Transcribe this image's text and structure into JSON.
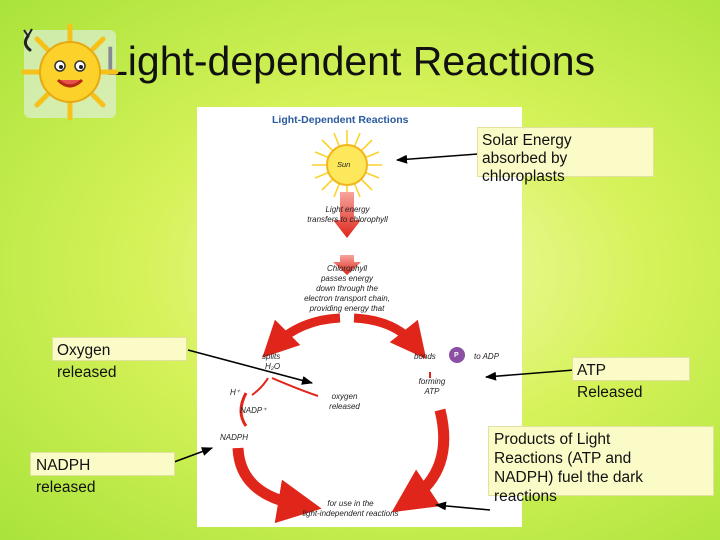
{
  "slide": {
    "title": "Light-dependent Reactions"
  },
  "diagram": {
    "title": "Light-Dependent Reactions",
    "sun_label": "Sun",
    "light_energy": [
      "Light energy",
      "transfers to chlorophyll"
    ],
    "chlorophyll": [
      "Chlorophyll",
      "passes energy",
      "down through the",
      "electron transport chain,",
      "providing energy that"
    ],
    "splits": "splits",
    "water": "H₂O",
    "bonds": "bonds",
    "phosphate": "P",
    "to_adp": "to ADP",
    "forming_atp": [
      "forming",
      "ATP"
    ],
    "h_plus": "H⁺",
    "nadp_plus": "NADP⁺",
    "oxygen_released": [
      "oxygen",
      "released"
    ],
    "nadph": "NADPH",
    "for_use": [
      "for use in the",
      "light-independent reactions"
    ]
  },
  "callouts": {
    "solar": [
      "Solar Energy",
      "absorbed by",
      "chloroplasts"
    ],
    "oxygen": [
      "Oxygen",
      "released"
    ],
    "atp": [
      "ATP",
      "Released"
    ],
    "nadph": [
      "NADPH",
      "released"
    ],
    "products": [
      "Products of Light",
      "Reactions (ATP and",
      "NADPH) fuel the dark",
      "reactions"
    ]
  },
  "colors": {
    "arrow_red": "#e0261a",
    "panel_title": "#2a5b9f",
    "callout_bg": "#fbfbc8",
    "sun": "#fcd22a",
    "phosphate": "#8b4fa3"
  }
}
